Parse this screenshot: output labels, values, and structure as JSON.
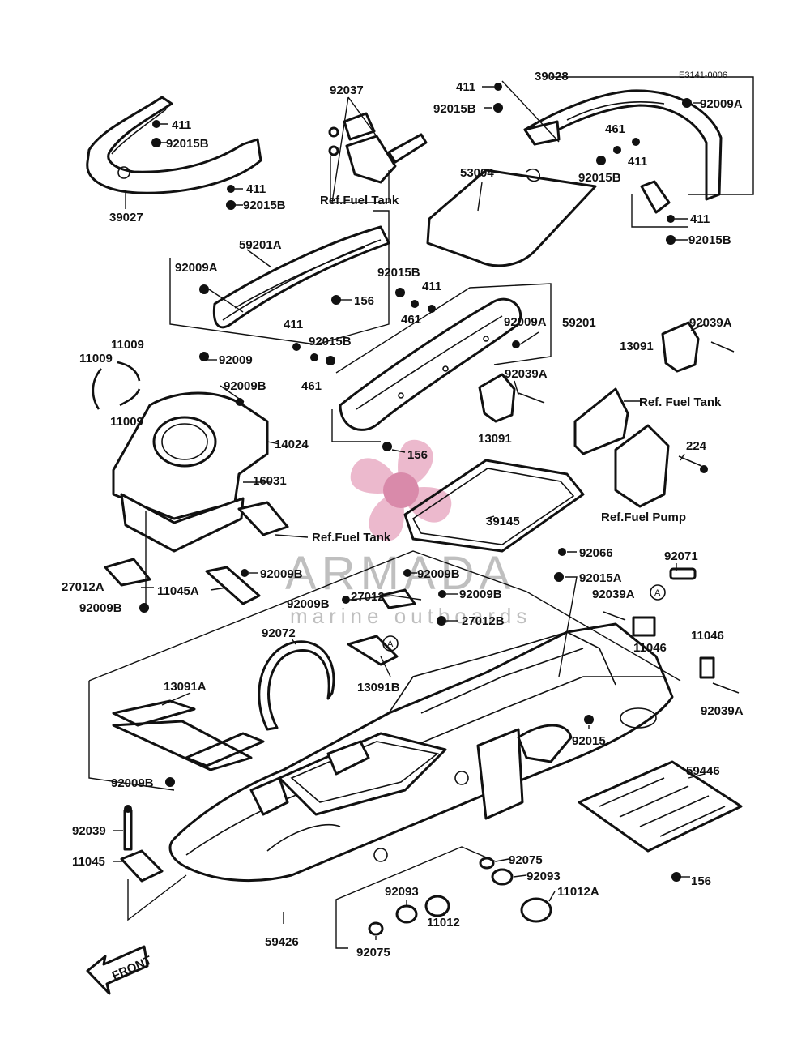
{
  "diagram": {
    "code": "E3141-0006",
    "watermark": {
      "brand": "ARMADA",
      "tagline": "marine outboards"
    },
    "front_label": "FRONT",
    "circle_marker": "A",
    "labels": {
      "l_39027": "39027",
      "l_411_a": "411",
      "l_92015b_a": "92015B",
      "l_411_b": "411",
      "l_92015b_b": "92015B",
      "l_92037": "92037",
      "l_reffuel_1": "Ref.Fuel Tank",
      "l_411_c": "411",
      "l_92015b_c": "92015B",
      "l_39028": "39028",
      "l_92009a_a": "92009A",
      "l_461_a": "461",
      "l_411_d": "411",
      "l_92015b_d": "92015B",
      "l_53004": "53004",
      "l_411_e": "411",
      "l_92015b_e": "92015B",
      "l_59201a": "59201A",
      "l_92009a_b": "92009A",
      "l_156_a": "156",
      "l_92015b_f": "92015B",
      "l_411_f": "411",
      "l_461_b": "461",
      "l_92009a_c": "92009A",
      "l_59201": "59201",
      "l_411_g": "411",
      "l_92015b_g": "92015B",
      "l_461_c": "461",
      "l_11009_a": "11009",
      "l_11009_b": "11009",
      "l_11009_c": "11009",
      "l_92009_a": "92009",
      "l_92009b_a": "92009B",
      "l_14024": "14024",
      "l_16031": "16031",
      "l_reffuel_2": "Ref.Fuel Tank",
      "l_156_b": "156",
      "l_92039a_a": "92039A",
      "l_13091_a": "13091",
      "l_13091_b": "13091",
      "l_92039a_b": "92039A",
      "l_reffuel_3": "Ref. Fuel Tank",
      "l_224": "224",
      "l_reffuelpump": "Ref.Fuel Pump",
      "l_39145": "39145",
      "l_92066": "92066",
      "l_92071": "92071",
      "l_92015a": "92015A",
      "l_92039a_c": "92039A",
      "l_11046_a": "11046",
      "l_11046_b": "11046",
      "l_92039a_d": "92039A",
      "l_27012a": "27012A",
      "l_92009b_b": "92009B",
      "l_11045a": "11045A",
      "l_92009b_c": "92009B",
      "l_92009b_d": "92009B",
      "l_27012": "27012",
      "l_92009b_e": "92009B",
      "l_92009b_f": "92009B",
      "l_27012b": "27012B",
      "l_92072": "92072",
      "l_13091b": "13091B",
      "l_13091a": "13091A",
      "l_92009b_g": "92009B",
      "l_92015": "92015",
      "l_59446": "59446",
      "l_92039": "92039",
      "l_11045": "11045",
      "l_92075_a": "92075",
      "l_92093_a": "92093",
      "l_11012a": "11012A",
      "l_92093_b": "92093",
      "l_11012": "11012",
      "l_156_c": "156",
      "l_59426": "59426",
      "l_92075_b": "92075"
    }
  }
}
